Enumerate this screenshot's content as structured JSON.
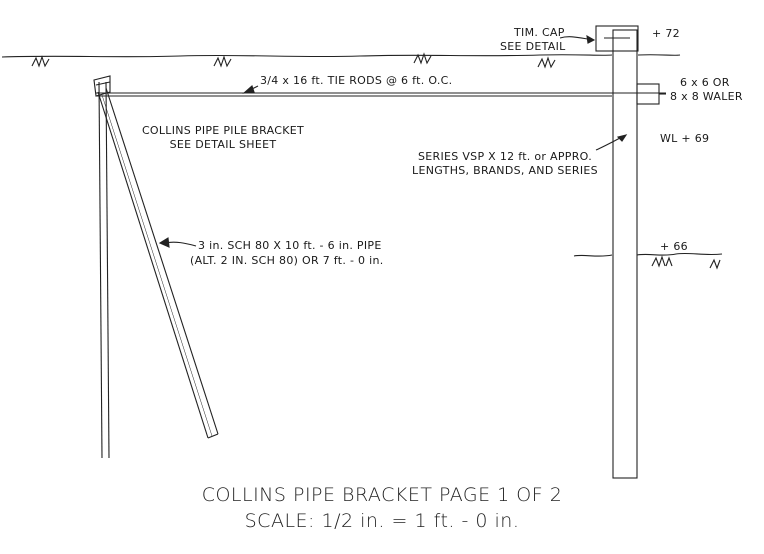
{
  "labels": {
    "tim_cap": "TIM. CAP",
    "see_detail": "SEE DETAIL",
    "elev_72": "+ 72",
    "tie_rods": "3/4 x 16 ft. TIE RODS @ 6 ft. O.C.",
    "waler_1": "6 x 6 OR",
    "waler_2": "8 x 8 WALER",
    "bracket_1": "COLLINS PIPE PILE BRACKET",
    "bracket_2": "SEE DETAIL SHEET",
    "wl": "WL + 69",
    "series_1": "SERIES VSP X 12 ft. or APPRO.",
    "series_2": "LENGTHS, BRANDS, AND SERIES",
    "pipe_1": "3 in. SCH 80 X 10 ft. - 6 in. PIPE",
    "pipe_2": "(ALT. 2 IN. SCH 80) OR 7 ft. - 0 in.",
    "elev_66": "+ 66"
  },
  "title": {
    "line1": "COLLINS PIPE BRACKET PAGE 1 OF 2",
    "line2": "SCALE: 1/2 in. = 1 ft. - 0 in."
  }
}
